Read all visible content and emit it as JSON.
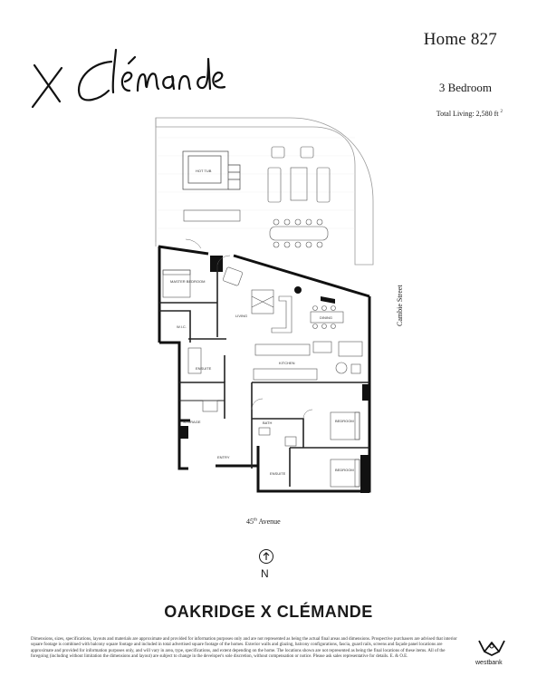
{
  "header": {
    "logo_text": "X Clémande",
    "home": "Home 827",
    "bedrooms": "3 Bedroom",
    "total_living": "Total Living: 2,580 ft",
    "total_living_sup": "2"
  },
  "plan": {
    "rooms": {
      "hot_tub": "HOT TUB",
      "master_bedroom": "MASTER BEDROOM",
      "wic": "W.I.C.",
      "ensuite": "ENSUITE",
      "living": "LIVING",
      "dining": "DINING",
      "kitchen": "KITCHEN",
      "storage": "STORAGE",
      "entry": "ENTRY",
      "bath": "BATH",
      "bedroom_1": "BEDROOM",
      "ensuite_2": "ENSUITE",
      "bedroom_2": "BEDROOM"
    },
    "street_east": "Cambie Street",
    "street_south": "45",
    "street_south_sup": "th",
    "street_south_suffix": " Avenue",
    "north": "N"
  },
  "footer": {
    "brand": "OAKRIDGE X CLÉMANDE",
    "disclaimer": "Dimensions, sizes, specifications, layouts and materials are approximate and provided for information purposes only and are not represented as being the actual final areas and dimensions. Prospective purchasers are advised that interior square footage is combined with balcony square footage and included in total advertised square footage of the homes. Exterior walls and glazing, balcony configurations, fascia, guard rails, screens and façade panel locations are approximate and provided for information purposes only, and will vary in area, type, specifications, and extent depending on the home. The locations shown are not represented as being the final locations of these items. All of the foregoing (including without limitation the dimensions and layout) are subject to change in the developer's sole discretion, without compensation or notice. Please ask sales representative for details. E. & O.E.",
    "developer": "westbank"
  }
}
